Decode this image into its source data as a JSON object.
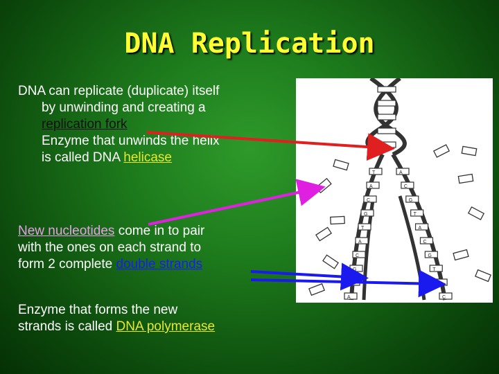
{
  "slide": {
    "title": "DNA Replication",
    "p1_line1": "DNA can replicate (duplicate) itself",
    "p1_line2": "by unwinding and creating a",
    "p1_link1": "replication fork",
    "p1_line3": "Enzyme that unwinds the helix",
    "p1_line4a": "is called DNA ",
    "p1_link2": "helicase",
    "p2_link": "New nucleotides",
    "p2_line1b": " come in to pair",
    "p2_line2": "with the ones on each strand to",
    "p2_line3a": "form 2 complete ",
    "p2_link2": "double strands",
    "p3_line1": "Enzyme that forms the new",
    "p3_line2a": "strands is called ",
    "p3_link": "DNA polymerase"
  },
  "diagram": {
    "base_letters": [
      "T",
      "A",
      "C",
      "G"
    ]
  },
  "colors": {
    "title": "#ffff33",
    "arrow_red": "#e02020",
    "arrow_magenta": "#e020e0",
    "arrow_blue": "#1a1aee"
  }
}
